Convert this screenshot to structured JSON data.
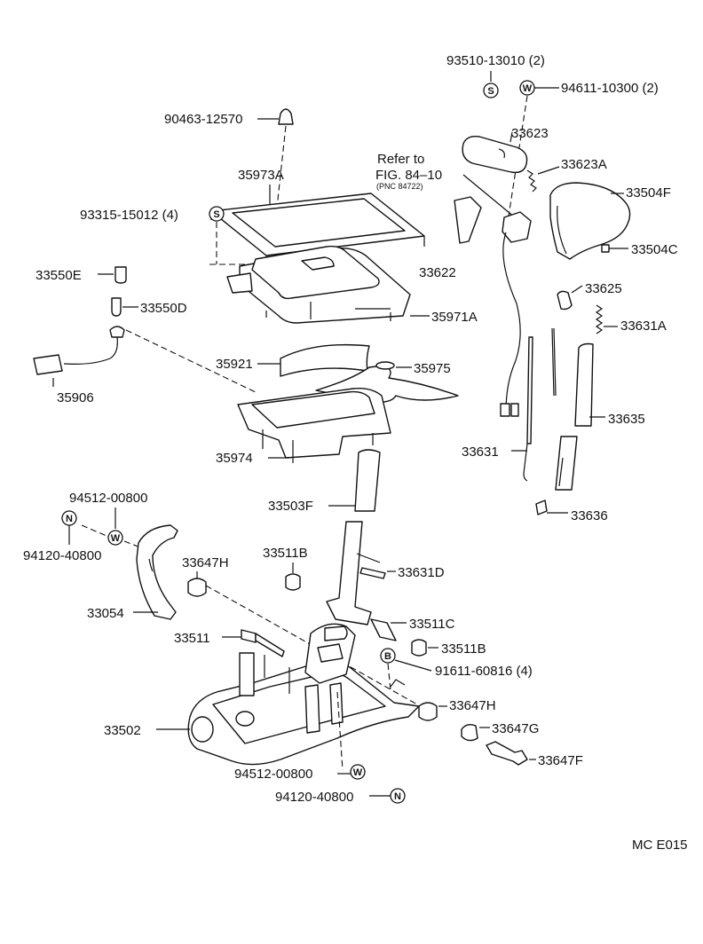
{
  "labels": {
    "p93510": "93510-13010 (2)",
    "p94611": "94611-10300 (2)",
    "p90463": "90463-12570",
    "p33623": "33623",
    "ref_line1": "Refer to",
    "ref_line2": "FIG. 84–10",
    "ref_pnc": "(PNC 84722)",
    "p33623A": "33623A",
    "p35973A": "35973A",
    "p33504F": "33504F",
    "p93315": "93315-15012 (4)",
    "p33504C": "33504C",
    "p33622": "33622",
    "p33550E": "33550E",
    "p33625": "33625",
    "p33550D": "33550D",
    "p35971A": "35971A",
    "p33631A": "33631A",
    "p35921": "35921",
    "p35975": "35975",
    "p35906": "35906",
    "p33635": "33635",
    "p33631": "33631",
    "p35974": "35974",
    "p94512a": "94512-00800",
    "p33503F": "33503F",
    "p33636": "33636",
    "p94120a": "94120-40800",
    "p33511B_a": "33511B",
    "p33647H_a": "33647H",
    "p33631D": "33631D",
    "p33054": "33054",
    "p33511C": "33511C",
    "p33511": "33511",
    "p33511B_b": "33511B",
    "p91611": "91611-60816 (4)",
    "p33647H_b": "33647H",
    "p33502": "33502",
    "p33647G": "33647G",
    "p33647F": "33647F",
    "p94512b": "94512-00800",
    "p94120b": "94120-40800",
    "code": "MC E015"
  },
  "symbols": {
    "s": "S",
    "w": "W",
    "n": "N",
    "b": "B"
  }
}
